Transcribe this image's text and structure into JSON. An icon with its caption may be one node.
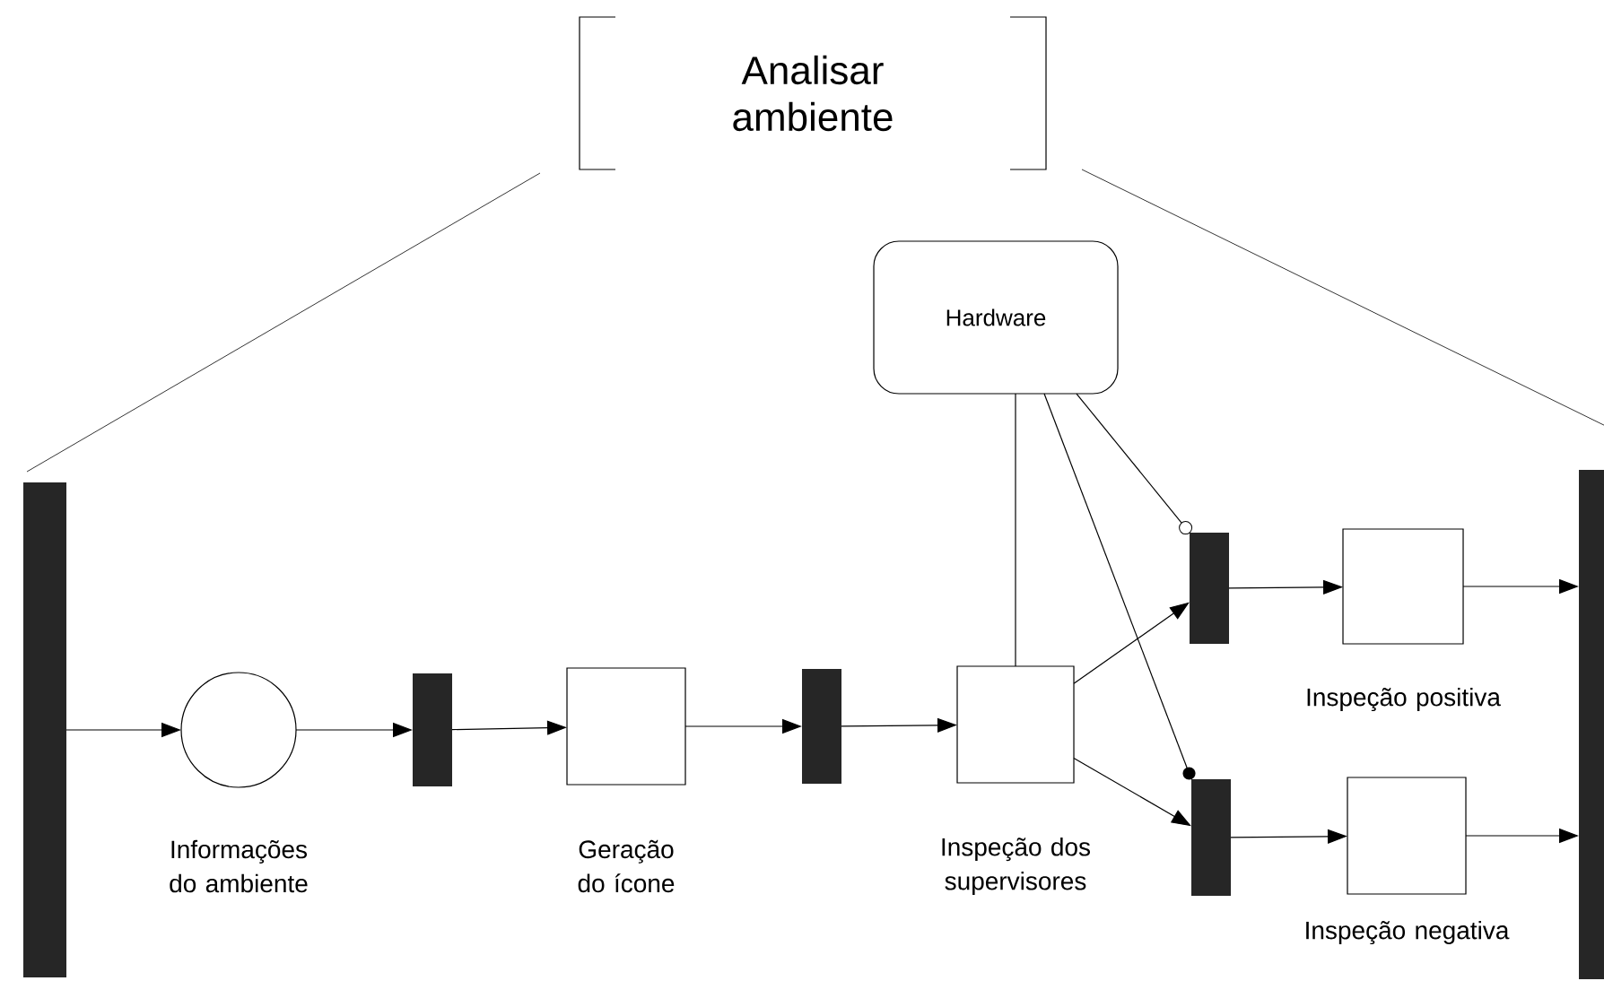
{
  "diagram": {
    "nodes": [
      {
        "text": [
          "Analisar ambiente"
        ]
      },
      {
        "text": [],
        "shape": "bar"
      },
      {
        "text": [],
        "shape": "circle",
        "beside": [
          "Informações do ambiente"
        ]
      },
      {
        "text": [],
        "shape": "bar"
      },
      {
        "text": [],
        "shape": "box",
        "beside": [
          "Geração do ícone"
        ]
      },
      {
        "text": [],
        "shape": "bar"
      },
      {
        "text": [],
        "shape": "box",
        "beside": [
          "Inspeção dos supervisores"
        ]
      },
      {
        "text": [
          "Hardware"
        ]
      },
      {
        "text": [],
        "shape": "bar"
      },
      {
        "text": [],
        "shape": "bar"
      },
      {
        "text": [],
        "shape": "box",
        "beside": [
          "Inspeção positiva"
        ]
      },
      {
        "text": [],
        "shape": "box",
        "beside": [
          "Inspeção negativa"
        ]
      },
      {
        "text": [],
        "shape": "bar"
      }
    ],
    "edges": [
      {
        "from": 0,
        "to": 1,
        "arrow": "none"
      },
      {
        "from": 0,
        "to": 12,
        "arrow": "none"
      },
      {
        "from": 1,
        "to": 2,
        "arrow": "to"
      },
      {
        "from": 2,
        "to": 3,
        "arrow": "to"
      },
      {
        "from": 3,
        "to": 4,
        "arrow": "to"
      },
      {
        "from": 4,
        "to": 5,
        "arrow": "to"
      },
      {
        "from": 5,
        "to": 6,
        "arrow": "to"
      },
      {
        "from": 7,
        "to": 6,
        "arrow": "none"
      },
      {
        "from": 6,
        "to": 8,
        "arrow": "to"
      },
      {
        "from": 6,
        "to": 9,
        "arrow": "to"
      },
      {
        "from": 7,
        "to": 8,
        "arrow": "other"
      },
      {
        "from": 7,
        "to": 9,
        "arrow": "other"
      },
      {
        "from": 8,
        "to": 10,
        "arrow": "to"
      },
      {
        "from": 9,
        "to": 11,
        "arrow": "to"
      },
      {
        "from": 10,
        "to": 12,
        "arrow": "to"
      },
      {
        "from": 11,
        "to": 12,
        "arrow": "to"
      }
    ]
  }
}
